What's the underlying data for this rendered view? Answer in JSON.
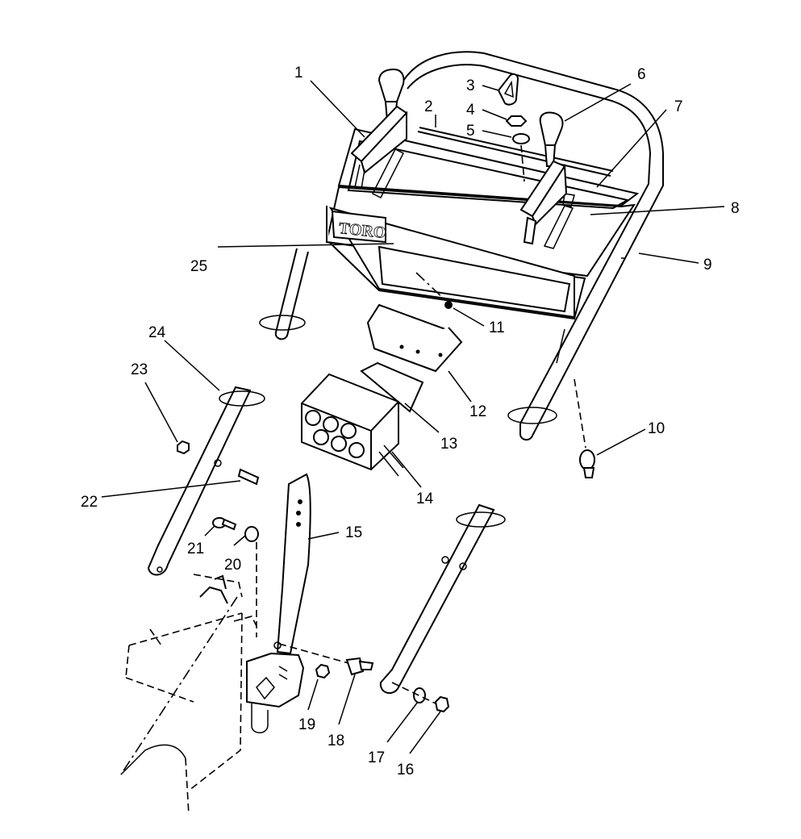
{
  "diagram": {
    "brand_logo": "TORO",
    "callouts": [
      {
        "id": "c1",
        "text": "1"
      },
      {
        "id": "c2",
        "text": "2"
      },
      {
        "id": "c3",
        "text": "3"
      },
      {
        "id": "c4",
        "text": "4"
      },
      {
        "id": "c5",
        "text": "5"
      },
      {
        "id": "c6",
        "text": "6"
      },
      {
        "id": "c7",
        "text": "7"
      },
      {
        "id": "c8",
        "text": "8"
      },
      {
        "id": "c9",
        "text": "9"
      },
      {
        "id": "c10",
        "text": "10"
      },
      {
        "id": "c11",
        "text": "11"
      },
      {
        "id": "c12",
        "text": "12"
      },
      {
        "id": "c13",
        "text": "13"
      },
      {
        "id": "c14",
        "text": "14"
      },
      {
        "id": "c15",
        "text": "15"
      },
      {
        "id": "c16",
        "text": "16"
      },
      {
        "id": "c17",
        "text": "17"
      },
      {
        "id": "c18",
        "text": "18"
      },
      {
        "id": "c19",
        "text": "19"
      },
      {
        "id": "c20",
        "text": "20"
      },
      {
        "id": "c21",
        "text": "21"
      },
      {
        "id": "c22",
        "text": "22"
      },
      {
        "id": "c23",
        "text": "23"
      },
      {
        "id": "c24",
        "text": "24"
      },
      {
        "id": "c25",
        "text": "25"
      }
    ]
  }
}
